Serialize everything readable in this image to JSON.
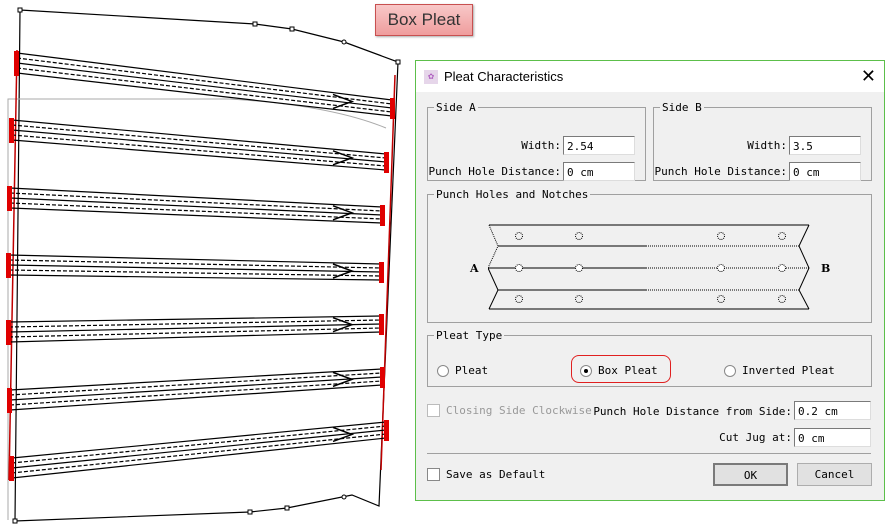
{
  "callout": {
    "label": "Box Pleat"
  },
  "dialog": {
    "title": "Pleat Characteristics",
    "side_a": {
      "legend": "Side A",
      "width_label": "Width:",
      "width_value": "2.54",
      "punch_label": "Punch Hole Distance:",
      "punch_value": "0 cm"
    },
    "side_b": {
      "legend": "Side B",
      "width_label": "Width:",
      "width_value": "3.5",
      "punch_label": "Punch Hole Distance:",
      "punch_value": "0 cm"
    },
    "punch_holes": {
      "legend": "Punch Holes and Notches",
      "label_a": "A",
      "label_b": "B"
    },
    "pleat_type": {
      "legend": "Pleat Type",
      "options": [
        "Pleat",
        "Box Pleat",
        "Inverted Pleat"
      ],
      "selected": "Box Pleat"
    },
    "closing_side": {
      "label": "Closing Side Clockwise",
      "checked": false,
      "disabled": true
    },
    "punch_from_side": {
      "label": "Punch Hole Distance from Side:",
      "value": "0.2 cm"
    },
    "cut_jug": {
      "label": "Cut Jug at:",
      "value": "0 cm"
    },
    "save_default": {
      "label": "Save as Default",
      "checked": false
    },
    "ok": "OK",
    "cancel": "Cancel"
  },
  "colors": {
    "accent_border": "#5cbf4a",
    "marker": "#e00000",
    "highlight": "#e02020"
  }
}
